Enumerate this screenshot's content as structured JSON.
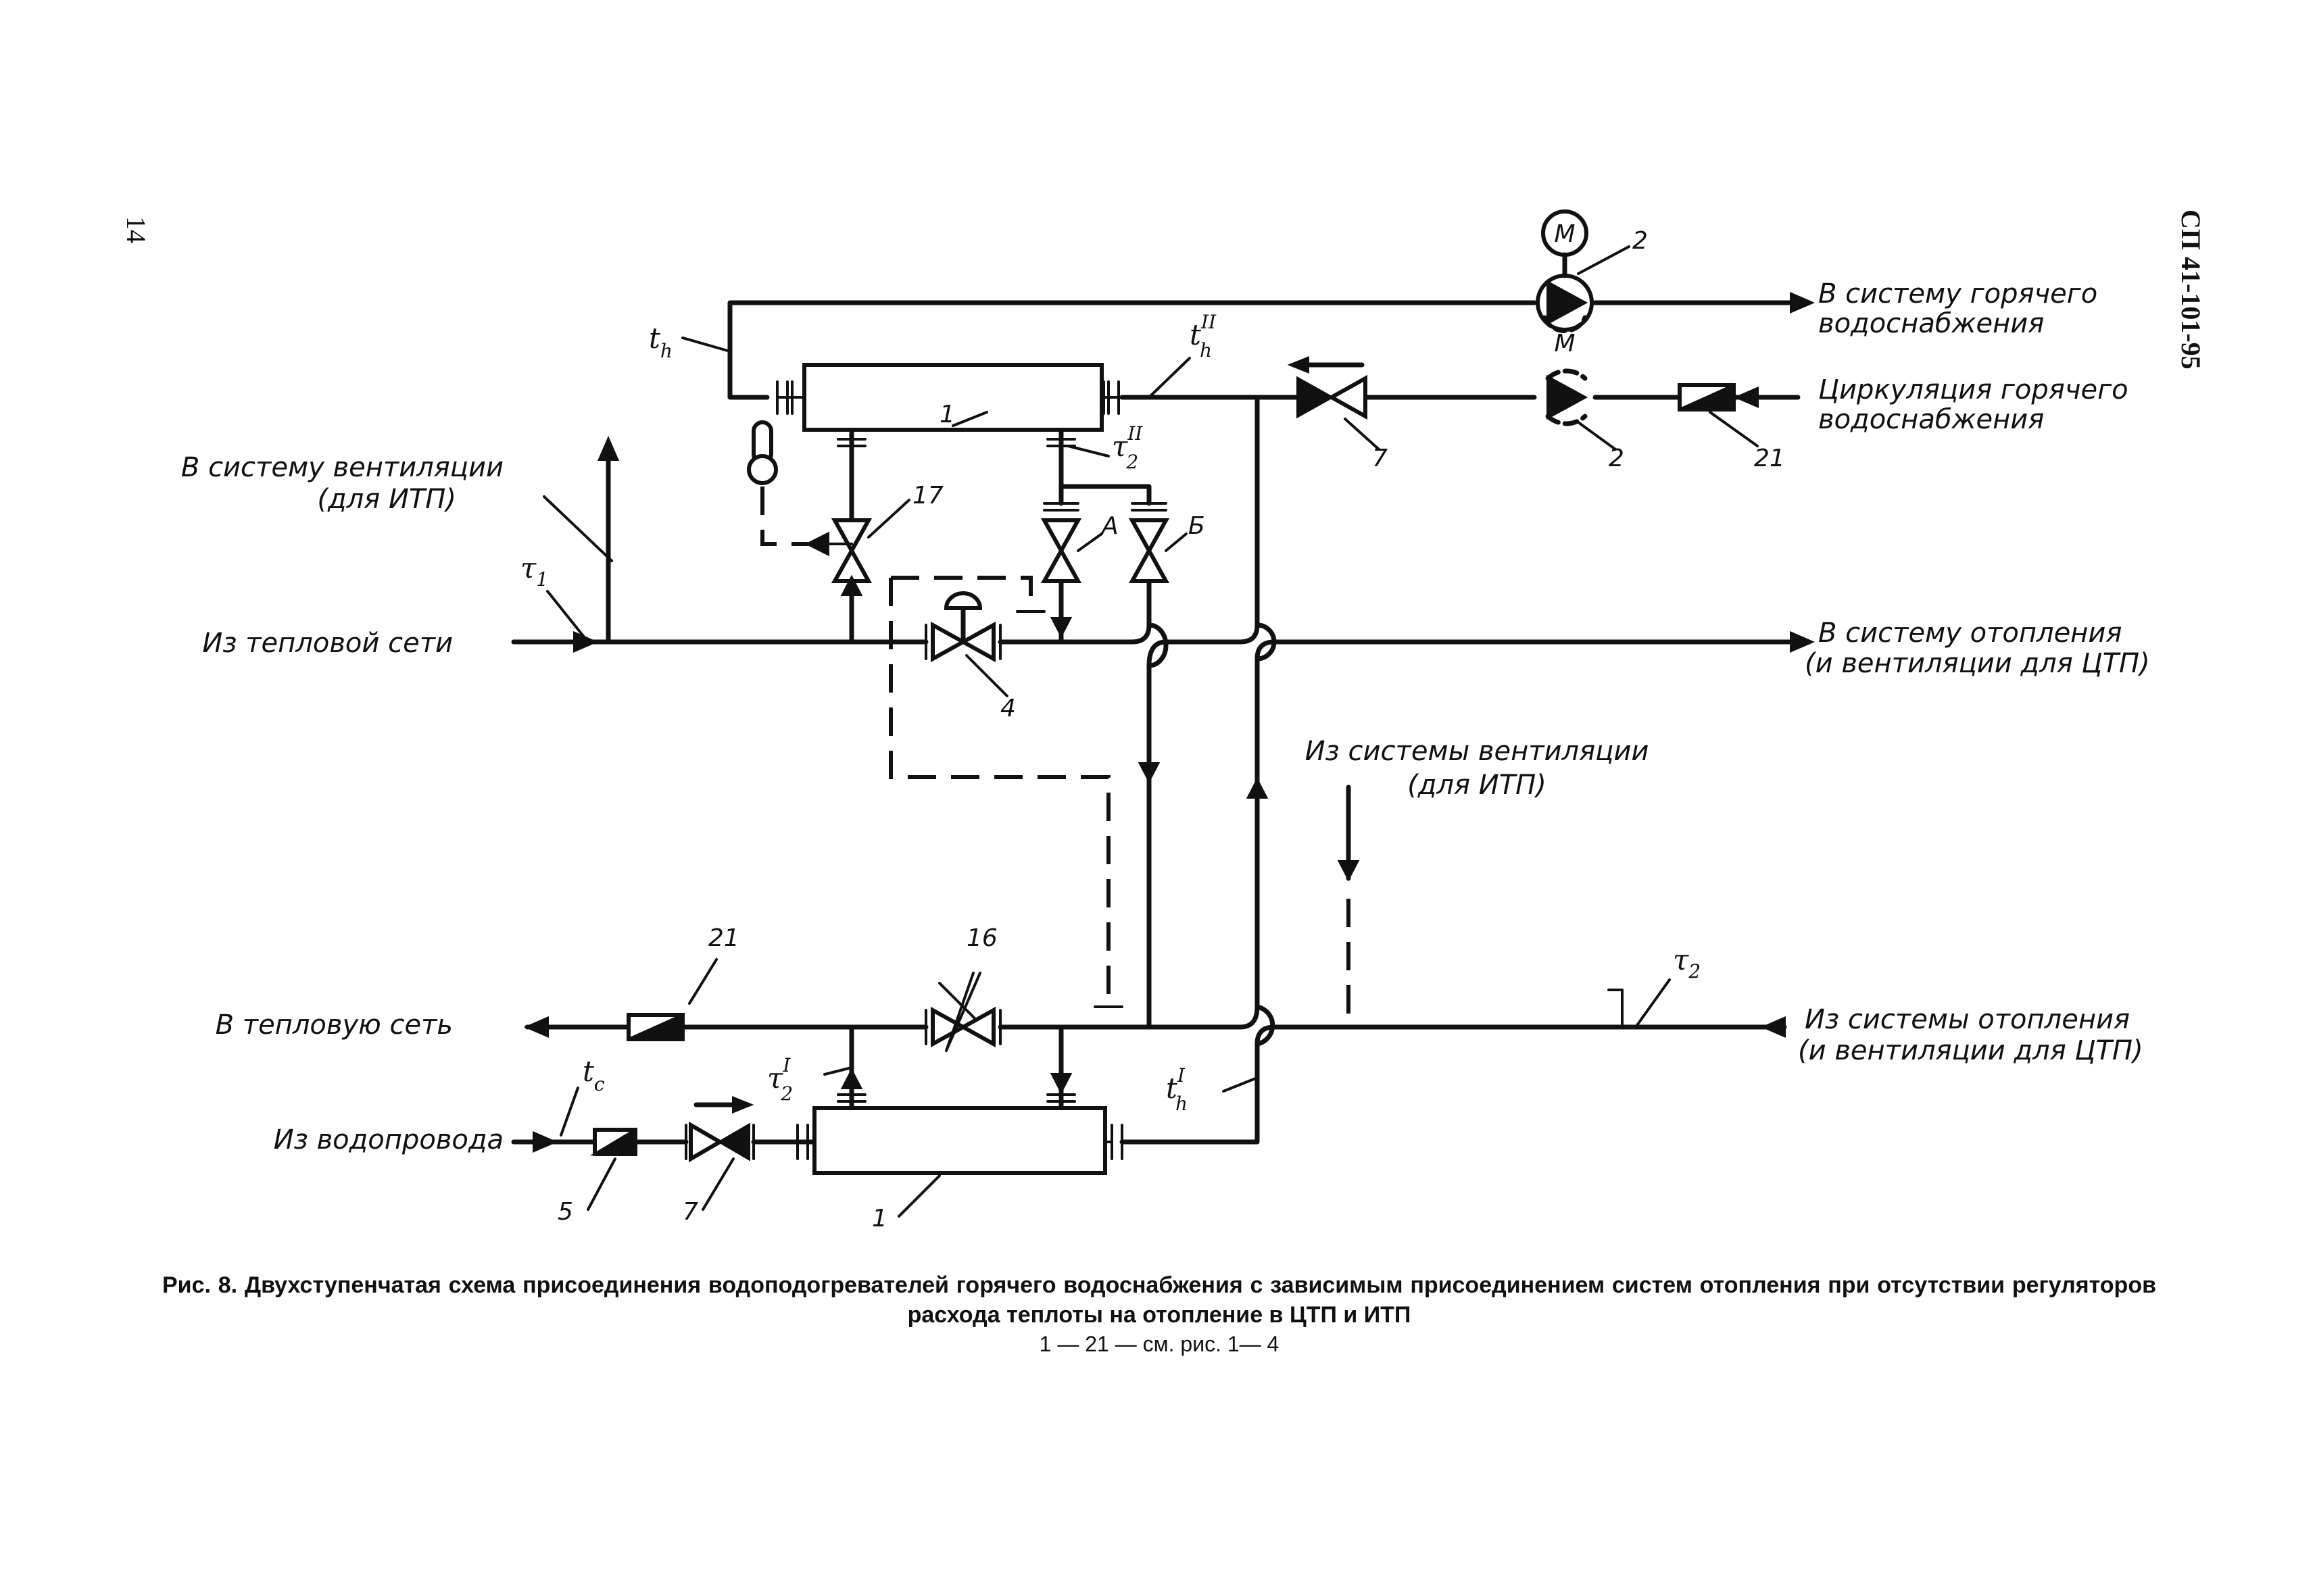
{
  "page": {
    "number": "14",
    "standard": "СП 41-101-95"
  },
  "labels": {
    "to_hot_water": [
      "В систему горячего",
      "водоснабжения"
    ],
    "hot_water_circulation": [
      "Циркуляция горячего",
      "водоснабжения"
    ],
    "to_ventilation_itp": [
      "В систему вентиляции",
      "(для ИТП)"
    ],
    "from_heat_network": "Из тепловой сети",
    "to_heating": [
      "В систему отопления",
      "(и вентиляции для ЦТП)"
    ],
    "from_ventilation_itp": [
      "Из системы вентиляции",
      "(для ИТП)"
    ],
    "to_heat_network": "В тепловую сеть",
    "from_heating": [
      "Из системы отопления",
      "(и вентиляции для ЦТП)"
    ],
    "from_water_supply": "Из водопровода"
  },
  "symbols": {
    "tau1": {
      "base": "τ",
      "sub": "1"
    },
    "tau2": {
      "base": "τ",
      "sub": "2"
    },
    "tau2_II": {
      "base": "τ",
      "sub": "2",
      "sup": "II"
    },
    "tau2_I": {
      "base": "τ",
      "sub": "2",
      "sup": "I"
    },
    "th": {
      "base": "t",
      "sub": "h"
    },
    "th_II": {
      "base": "t",
      "sub": "h",
      "sup": "II"
    },
    "th_I": {
      "base": "t",
      "sub": "h",
      "sup": "I"
    },
    "tc": {
      "base": "t",
      "sub": "c"
    }
  },
  "numbers": {
    "pump_top": "2",
    "pump_bottom": "2",
    "valve_7_top": "7",
    "check_21_top": "21",
    "heater_top": "1",
    "valve_17": "17",
    "valve_A": "А",
    "valve_B": "Б",
    "regulator_4": "4",
    "check_21_bottom": "21",
    "valve_16": "16",
    "check_5": "5",
    "valve_7_bottom": "7",
    "heater_bottom": "1",
    "motor": "M"
  },
  "caption": {
    "title": "Рис. 8. Двухступенчатая схема присоединения водоподогревателей горячего водоснабжения с зависимым присоединением систем отопления при отсутствии регуляторов расхода теплоты на отопление в ЦТП и ИТП",
    "note": "1 — 21 — см. рис. 1— 4"
  }
}
